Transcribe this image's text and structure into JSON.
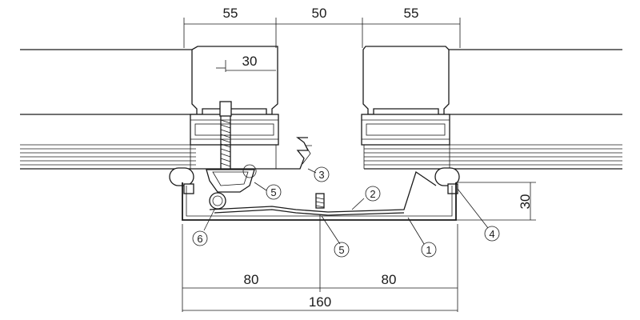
{
  "dimensions": {
    "top_left": "55",
    "top_center": "50",
    "top_right": "55",
    "bolt_offset": "30",
    "right_height": "30",
    "bottom_left": "80",
    "bottom_right": "80",
    "bottom_total": "160"
  },
  "callouts": [
    "1",
    "2",
    "3",
    "4",
    "5",
    "5",
    "6"
  ]
}
